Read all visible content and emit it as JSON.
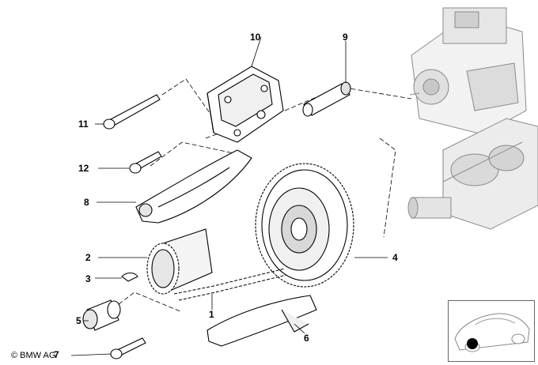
{
  "callouts": [
    {
      "id": "1",
      "label": "1"
    },
    {
      "id": "2",
      "label": "2"
    },
    {
      "id": "3",
      "label": "3"
    },
    {
      "id": "4",
      "label": "4"
    },
    {
      "id": "5",
      "label": "5"
    },
    {
      "id": "6",
      "label": "6"
    },
    {
      "id": "7",
      "label": "7"
    },
    {
      "id": "8",
      "label": "8"
    },
    {
      "id": "9",
      "label": "9"
    },
    {
      "id": "10",
      "label": "10"
    },
    {
      "id": "11",
      "label": "11"
    },
    {
      "id": "12",
      "label": "12"
    }
  ],
  "copyright": "© BMW AG",
  "colors": {
    "line": "#000000",
    "part_fill": "#ffffff",
    "shade": "#b8b8b8",
    "marker": "#000000"
  }
}
